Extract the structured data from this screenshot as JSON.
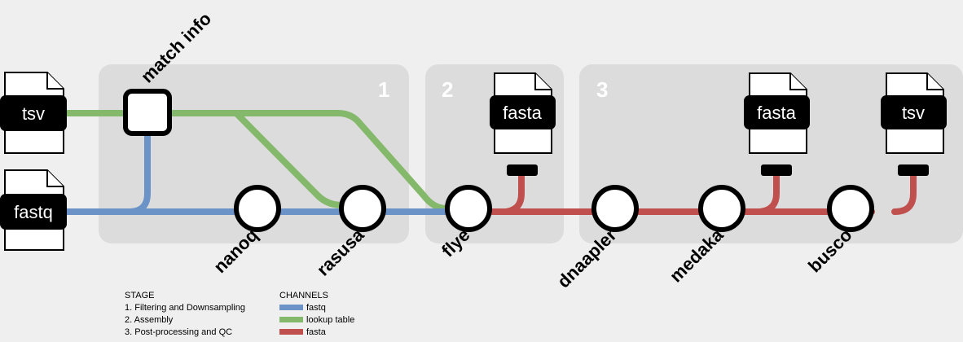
{
  "colors": {
    "fastq": "#6b93c7",
    "lookup": "#84b86a",
    "fasta": "#c0504d",
    "stage_bg": "#dcdcdc",
    "background": "#efefef"
  },
  "stages": [
    {
      "number": "1",
      "name": "1. Filtering and Downsampling"
    },
    {
      "number": "2",
      "name": "2. Assembly"
    },
    {
      "number": "3",
      "name": "3. Post-processing and QC"
    }
  ],
  "inputs": {
    "tsv": "tsv",
    "fastq": "fastq"
  },
  "processes": {
    "match_info": "match info",
    "nanoq": "nanoq",
    "rasusa": "rasusa",
    "flye": "flye",
    "dnaapler": "dnaapler",
    "medaka": "medaka",
    "busco": "busco"
  },
  "outputs": {
    "flye": "fasta",
    "medaka": "fasta",
    "busco": "tsv"
  },
  "legend": {
    "stage_title": "STAGE",
    "channels_title": "CHANNELS",
    "channels": [
      {
        "label": "fastq",
        "color_key": "fastq"
      },
      {
        "label": "lookup table",
        "color_key": "lookup"
      },
      {
        "label": "fasta",
        "color_key": "fasta"
      }
    ]
  }
}
